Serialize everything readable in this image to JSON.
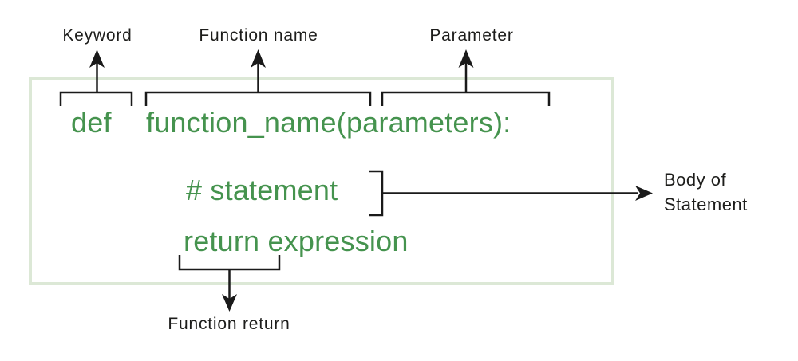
{
  "colors": {
    "code_green": "#45934e",
    "box_border": "#dce8d6",
    "label_black": "#1d1d1b",
    "line_black": "#1a1a1a"
  },
  "top_labels": {
    "keyword": "Keyword",
    "function_name": "Function name",
    "parameter": "Parameter"
  },
  "code": {
    "keyword": "def",
    "signature": "function_name(parameters):",
    "statement": "# statement",
    "return_line": "return expression"
  },
  "annotations": {
    "body_line1": "Body of",
    "body_line2": "Statement",
    "function_return": "Function return"
  }
}
